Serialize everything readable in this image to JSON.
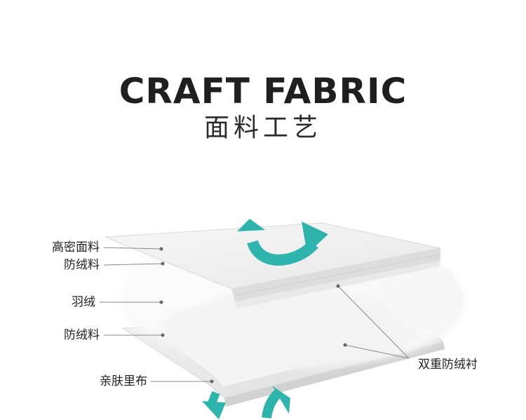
{
  "title": {
    "en": "CRAFT FABRIC",
    "zh": "面料工艺"
  },
  "layers": [
    {
      "label": "高密面料"
    },
    {
      "label": "防绒料"
    },
    {
      "label": "羽绒"
    },
    {
      "label": "防绒料"
    },
    {
      "label": "亲肤里布"
    }
  ],
  "side_label": "双重防绒衬",
  "colors": {
    "arrow": "#2fb3ad",
    "text": "#222222",
    "leader": "#888888"
  }
}
